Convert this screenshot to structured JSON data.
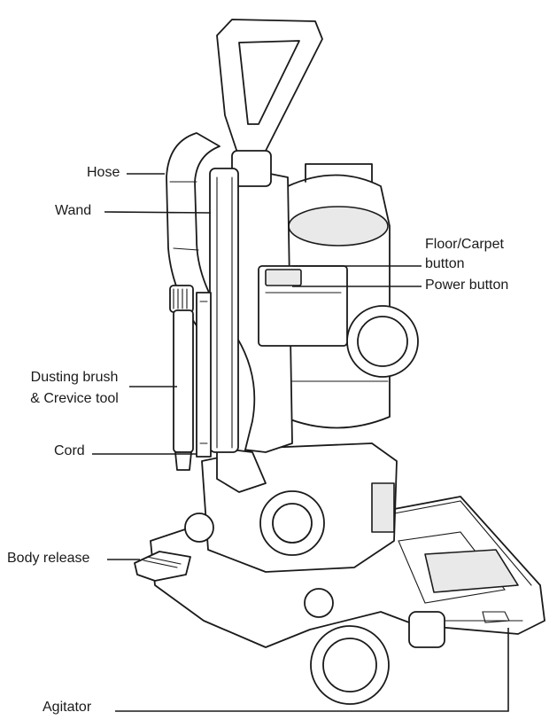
{
  "colors": {
    "ink": "#1a1a1a",
    "background": "#ffffff",
    "shade": "#e9e9e9"
  },
  "illustration": {
    "icon": "upright-vacuum-cleaner-line-drawing-icon"
  },
  "callouts": {
    "hose": "Hose",
    "wand": "Wand",
    "floor_carpet_line1": "Floor/Carpet",
    "floor_carpet_line2": "button",
    "power_button": "Power button",
    "dusting_line1": "Dusting brush",
    "dusting_line2": "& Crevice tool",
    "cord": "Cord",
    "body_release": "Body release",
    "agitator": "Agitator"
  }
}
